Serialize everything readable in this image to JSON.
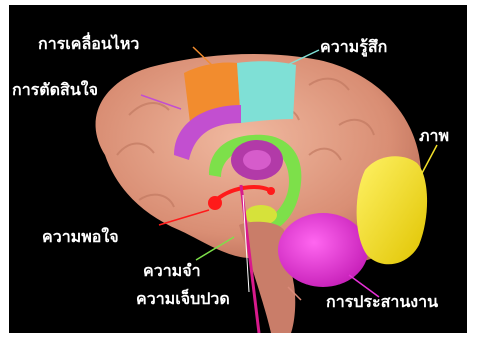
{
  "labels": {
    "movement": "การเคลื่อนไหว",
    "sensation": "ความรู้สึก",
    "decision": "การตัดสินใจ",
    "vision": "ภาพ",
    "pleasure": "ความพอใจ",
    "memory": "ความจำ",
    "pain": "ความเจ็บปวด",
    "coordination": "การประสานงาน"
  },
  "colors": {
    "background": "#000000",
    "brain": "#e8a58a",
    "movement": "#f28c2e",
    "sensation": "#7fe0d6",
    "decision": "#c24fd0",
    "vision": "#f2e02a",
    "pleasure": "#ff1a1a",
    "limbic": "#7de04a",
    "coordination": "#e830d8",
    "brainstem": "#d98a78"
  }
}
